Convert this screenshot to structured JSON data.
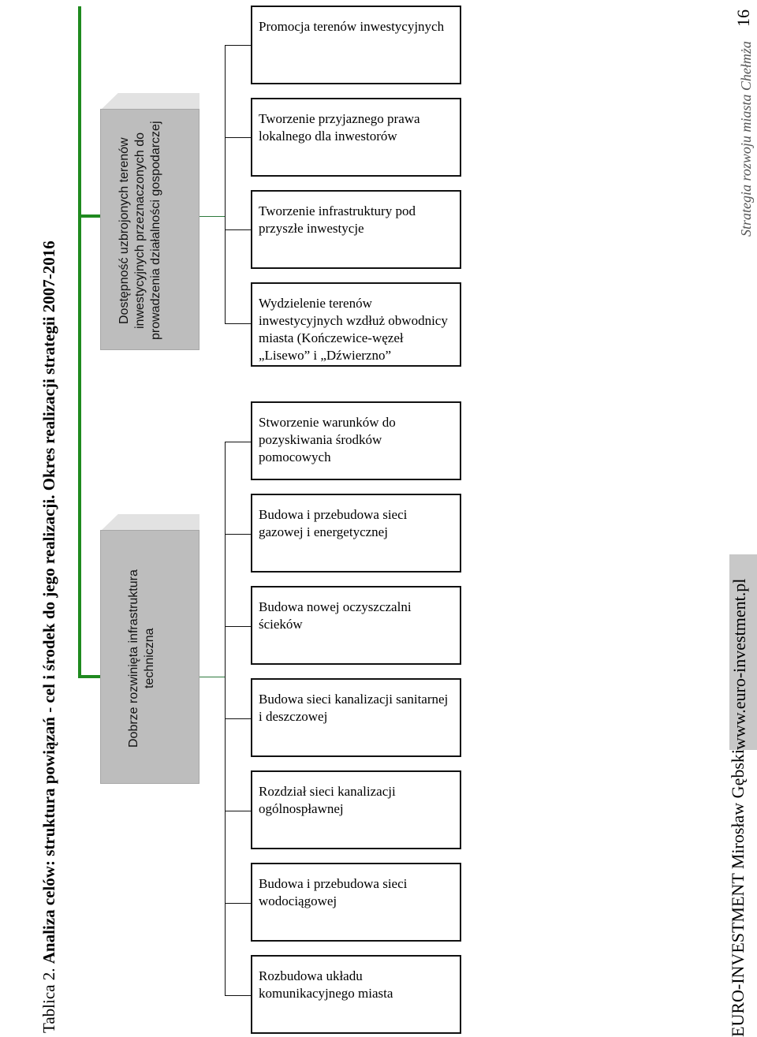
{
  "header": {
    "document_title": "Strategia rozwoju miasta Chełmża",
    "page_number": "16"
  },
  "title": {
    "prefix": "Tablica 2.",
    "main": "Analiza celów: struktura powiązań - cel i środek do jego realizacji. Okres realizacji strategii 2007-2016"
  },
  "goals": [
    {
      "label": "Dostępność uzbrojonych terenów inwestycyjnych przeznaczonych do prowadzenia działalności gospodarczej",
      "actions": [
        "Promocja terenów inwestycyjnych",
        "Tworzenie przyjaznego prawa lokalnego dla inwestorów",
        "Tworzenie infrastruktury pod przyszłe inwestycje",
        "Wydzielenie terenów inwestycyjnych wzdłuż obwodnicy miasta (Kończewice-węzeł „Lisewo” i „Dźwierzno”"
      ]
    },
    {
      "label": "Dobrze rozwinięta infrastruktura techniczna",
      "actions": [
        "Stworzenie warunków do pozyskiwania środków pomocowych",
        "Budowa i przebudowa sieci gazowej i energetycznej",
        "Budowa nowej oczyszczalni ścieków",
        "Budowa sieci kanalizacji sanitarnej i deszczowej",
        "Rozdział sieci kanalizacji ogólnospławnej",
        "Budowa i przebudowa sieci wodociągowej",
        "Rozbudowa układu komunikacyjnego miasta"
      ]
    }
  ],
  "footer": {
    "company": "EURO-INVESTMENT Mirosław Gębski",
    "url": "www.euro-investment.pl"
  },
  "colors": {
    "trunk": "#1f8a1f",
    "goal_box": "#bdbdbd",
    "connector": "#2d7a3d"
  }
}
